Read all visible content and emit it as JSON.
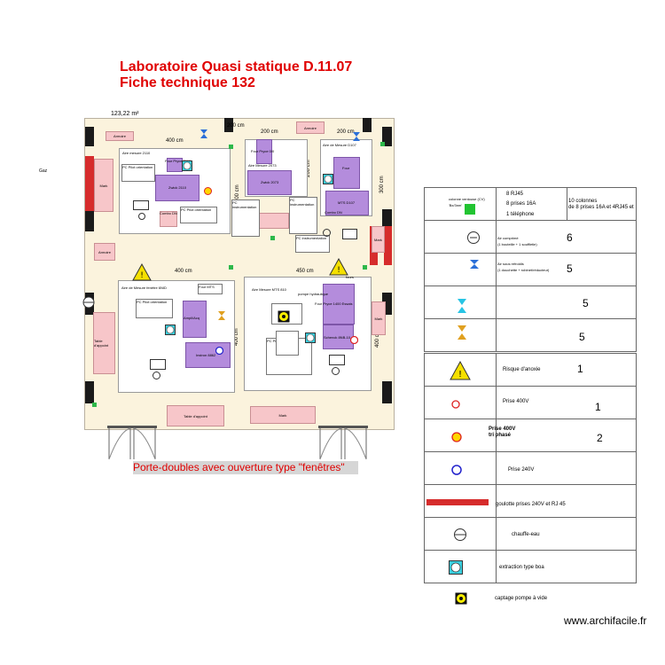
{
  "title": {
    "line1": "Laboratoire Quasi statique D.11.07",
    "line2": "Fiche technique 132"
  },
  "plan": {
    "area": "123,22 m²",
    "gaz": "Gaz",
    "dims": {
      "top_left": "400 cm",
      "top_mid": "200 cm",
      "top_right": "200 cm",
      "top_small": "200 cm",
      "mid_left": "400 cm",
      "mid_right": "450 cm",
      "v_300a": "300 cm",
      "v_200": "200 cm",
      "v_300b": "300 cm",
      "v_400a": "400 cm",
      "v_400b": "400 cm"
    },
    "labels": {
      "armoire1": "Armoire",
      "armoire2": "Armoire",
      "armoire3": "Armoire",
      "mark1": "Mark",
      "mark2": "Mark",
      "mark3": "Mark",
      "mark4": "Mark",
      "table1": "Table d'appoint",
      "table2": "Table d'appoint",
      "aire_2110": "Aire mesure 2110",
      "four_pryce": "Four Pryce 2110",
      "zwick": "Zwick 2110",
      "pc_pilot1": "PC Pilot orientation",
      "combi1": "Combo DN",
      "pc_pilot2": "PC Pilot orientation",
      "four_mid": "Four Pryce 0/0",
      "aire_2073": "Aire Mesure 2073",
      "zwick2": "Zwick 2073",
      "pc_instr": "PC instrumentation",
      "aire_d107": "Aire de Mesure D107",
      "four_d107": "Four",
      "mts_d107": "MTS D107",
      "combi2": "Combo DN",
      "pc_instr2": "PC instrumentation",
      "pc_pil3": "PC instrumentation",
      "aire_6d": "Aire de Mesure fenêtre 6NID",
      "four_mts": "Four MTS",
      "pc_pilot4": "PC Pilot orientation",
      "ampli": "Ampli/Acq",
      "instron": "Instron 8862",
      "aire_mts": "Aire Mesure MTS 810",
      "pompe": "pompe hydraulique",
      "four_1450": "Four Pryce 1400 Essais",
      "schenck": "Schenck 8NB-10",
      "pc_pilot5": "PC Pilot orientation",
      "fours": "fours"
    }
  },
  "legend": {
    "r1_col2a": "8 RJ45",
    "r1_col2b": "8 prises 16A",
    "r1_col2c": "1 téléphone",
    "r1_col1": "colonne ventouse (CV) 'Bx/3nm'",
    "r1_col3": "10 colonnes\nde 8 prises 16A et 4RJ45 et",
    "r2_text": "Air comprimé\n(1 bouteille + 1 souffletie)",
    "r2_num": "6",
    "r3_text": "Air sous refroidis\n(1 douchette + robinet/réducteur)",
    "r3_num": "5",
    "r4_num": "5",
    "r5_num": "5",
    "r6_text": "Risque d'anoxie",
    "r6_num": "1",
    "r7_text": "Prise 400V",
    "r7_num": "1",
    "r8_text": "Prise 400V\ntri phasé",
    "r8_num": "2",
    "r9_text": "Prise 240V",
    "r10_text": "goulotte prises 240V et RJ 45",
    "r11_text": "chauffe-eau",
    "r12_text": "extraction type  boa",
    "r13_text": "captage pompe à vide"
  },
  "caption": "Porte-doubles avec ouverture type \"fenêtres\"",
  "footer": "www.archifacile.fr",
  "colors": {
    "title": "#e00000",
    "floor": "#fbf3dd",
    "bench": "#b48cdc",
    "furniture": "#f7c6c9",
    "outlet": "#2db84a"
  }
}
